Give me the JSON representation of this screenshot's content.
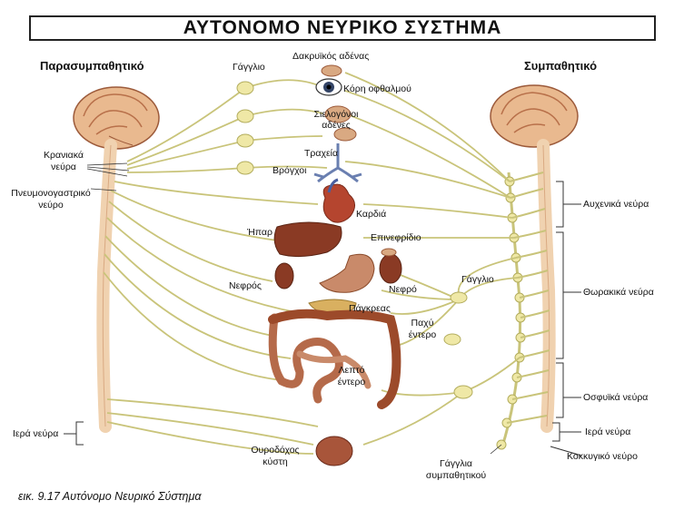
{
  "title": "ΑΥΤΟΝΟΜΟ ΝΕΥΡΙΚΟ ΣΥΣΤΗΜΑ",
  "left_header": "Παρασυμπαθητικό",
  "right_header": "Συμπαθητικό",
  "labels": {
    "ganglion_top": "Γάγγλιο",
    "lacrimal": "Δακρυϊκός αδένας",
    "pupil": "Κόρη οφθαλμού",
    "salivary_1": "Σιελογόνοι",
    "salivary_2": "αδένες",
    "trachea": "Τραχεία",
    "bronchi": "Βρόγχοι",
    "heart": "Καρδιά",
    "liver": "Ήπαρ",
    "adrenal": "Επινεφρίδιο",
    "kidney_left": "Νεφρός",
    "kidney_right": "Νεφρό",
    "pancreas": "Πάγκρεας",
    "large_int_1": "Παχύ",
    "large_int_2": "έντερο",
    "small_int_1": "Λεπτό",
    "small_int_2": "έντερο",
    "bladder_1": "Ουροδόχος",
    "bladder_2": "κύστη",
    "cranial_1": "Κρανιακά",
    "cranial_2": "νεύρα",
    "vagus_1": "Πνευμονογαστρικό",
    "vagus_2": "νεύρο",
    "sacral_left": "Ιερά νεύρα",
    "ganglion_right": "Γάγγλιο",
    "cervical": "Αυχενικά νεύρα",
    "thoracic": "Θωρακικά νεύρα",
    "lumbar": "Οσφυϊκά νεύρα",
    "sacral_right": "Ιερά νεύρα",
    "coccygeal": "Κοκκυγικό νεύρο",
    "symp_ganglia_1": "Γάγγλια",
    "symp_ganglia_2": "συμπαθητικού"
  },
  "caption": "εικ. 9.17  Αυτόνομο Νευρικό Σύστημα",
  "colors": {
    "nerve": "#c9c47a",
    "ganglion": "#efe8a6",
    "brain": "#e9b98f",
    "brain_dark": "#b8704a",
    "spine": "#f0d2b0",
    "organ": "#a8553a",
    "organ_light": "#c98a6a"
  }
}
